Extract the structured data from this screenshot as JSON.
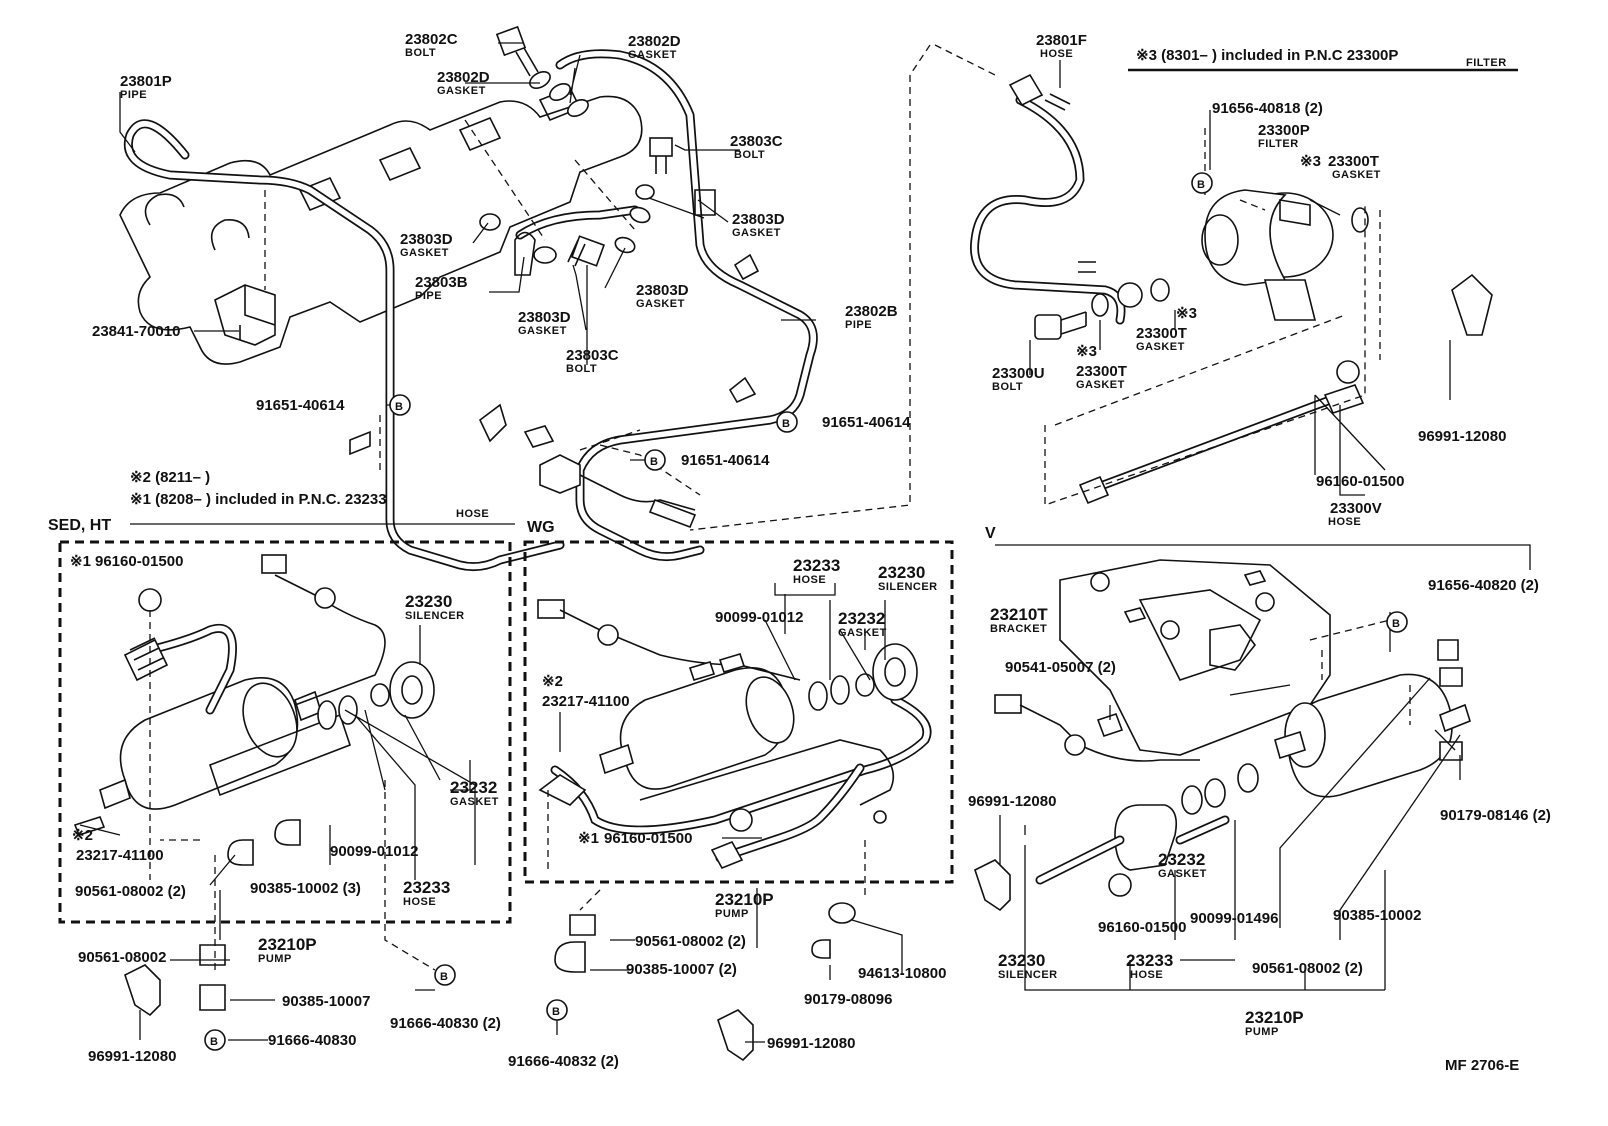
{
  "sections": {
    "sed_ht": "SED, HT",
    "wg": "WG",
    "v": "V"
  },
  "notes": {
    "n2": "※2 (8211–          )",
    "n1": "※1 (8208–          ) included in P.N.C. 23233",
    "n1_sub": "HOSE",
    "n3": "※3 (8301–          ) included in P.N.C 23300P",
    "n3_sub": "FILTER"
  },
  "footer": "MF  2706-E",
  "labels": {
    "p23802C": "23802C",
    "p23802C_n": "BOLT",
    "p23802D_a": "23802D",
    "p23802D_a_n": "GASKET",
    "p23802D_b": "23802D",
    "p23802D_b_n": "GASKET",
    "p23801P": "23801P",
    "p23801P_n": "PIPE",
    "p23803C_a": "23803C",
    "p23803C_a_n": "BOLT",
    "p23803D_a": "23803D",
    "p23803D_a_n": "GASKET",
    "p23803D_b": "23803D",
    "p23803D_b_n": "GASKET",
    "p23803D_c": "23803D",
    "p23803D_c_n": "GASKET",
    "p23803D_d": "23803D",
    "p23803D_d_n": "GASKET",
    "p23803B": "23803B",
    "p23803B_n": "PIPE",
    "p23803C_b": "23803C",
    "p23803C_b_n": "BOLT",
    "p23802B": "23802B",
    "p23802B_n": "PIPE",
    "p23841": "23841-70010",
    "p91651_a": "91651-40614",
    "p91651_b": "91651-40614",
    "p91651_c": "91651-40614",
    "p23801F": "23801F",
    "p23801F_n": "HOSE",
    "p91656_818": "91656-40818 (2)",
    "p23300P": "23300P",
    "p23300P_n": "FILTER",
    "p23300T_a": "23300T",
    "p23300T_a_n": "GASKET",
    "p23300T_b": "23300T",
    "p23300T_b_n": "GASKET",
    "p23300T_c": "23300T",
    "p23300T_c_n": "GASKET",
    "p23300U": "23300U",
    "p23300U_n": "BOLT",
    "p96991_r": "96991-12080",
    "p96160_r": "96160-01500",
    "p23300V": "23300V",
    "p23300V_n": "HOSE",
    "s_96160": "96160-01500",
    "s_23230": "23230",
    "s_23230_n": "SILENCER",
    "s_23232": "23232",
    "s_23232_n": "GASKET",
    "s_23217": "23217-41100",
    "s_90099": "90099-01012",
    "s_90561": "90561-08002 (2)",
    "s_90385": "90385-10002 (3)",
    "s_23233": "23233",
    "s_23233_n": "HOSE",
    "s_23210P": "23210P",
    "s_23210P_n": "PUMP",
    "s_90561b": "90561-08002",
    "s_90385b": "90385-10007",
    "s_91666": "91666-40830",
    "s_91666b": "91666-40830 (2)",
    "s_96991": "96991-12080",
    "w_23233": "23233",
    "w_23233_n": "HOSE",
    "w_23230": "23230",
    "w_23230_n": "SILENCER",
    "w_90099": "90099-01012",
    "w_23232": "23232",
    "w_23232_n": "GASKET",
    "w_23217": "23217-41100",
    "w_96160": "96160-01500",
    "w_23210P": "23210P",
    "w_23210P_n": "PUMP",
    "w_90561": "90561-08002 (2)",
    "w_90385": "90385-10007 (2)",
    "w_91666": "91666-40832 (2)",
    "w_90179": "90179-08096",
    "w_94613": "94613-10800",
    "w_96991": "96991-12080",
    "v_23210T": "23210T",
    "v_23210T_n": "BRACKET",
    "v_91656": "91656-40820 (2)",
    "v_90541": "90541-05007 (2)",
    "v_96991": "96991-12080",
    "v_90179": "90179-08146 (2)",
    "v_23232": "23232",
    "v_23232_n": "GASKET",
    "v_96160": "96160-01500",
    "v_90099": "90099-01496",
    "v_90385": "90385-10002",
    "v_23230": "23230",
    "v_23230_n": "SILENCER",
    "v_23233": "23233",
    "v_23233_n": "HOSE",
    "v_90561": "90561-08002 (2)",
    "v_23210P": "23210P",
    "v_23210P_n": "PUMP"
  },
  "markers": {
    "b": "B",
    "x1": "※1",
    "x2": "※2",
    "x3": "※3"
  }
}
